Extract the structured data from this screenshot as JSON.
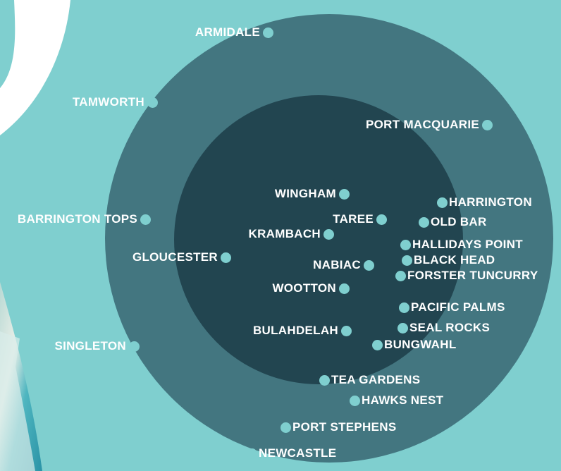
{
  "colors": {
    "background": "#7fcfcf",
    "outer_ring": "#437680",
    "inner_ring": "#224550",
    "label": "#ffffff",
    "dot": "#7fcfcf"
  },
  "towns": [
    {
      "name": "ARMIDALE"
    },
    {
      "name": "TAMWORTH"
    },
    {
      "name": "PORT MACQUARIE"
    },
    {
      "name": "WINGHAM"
    },
    {
      "name": "HARRINGTON"
    },
    {
      "name": "BARRINGTON TOPS"
    },
    {
      "name": "TAREE"
    },
    {
      "name": "OLD BAR"
    },
    {
      "name": "KRAMBACH"
    },
    {
      "name": "HALLIDAYS POINT"
    },
    {
      "name": "GLOUCESTER"
    },
    {
      "name": "BLACK HEAD"
    },
    {
      "name": "NABIAC"
    },
    {
      "name": "FORSTER TUNCURRY"
    },
    {
      "name": "WOOTTON"
    },
    {
      "name": "PACIFIC PALMS"
    },
    {
      "name": "SEAL ROCKS"
    },
    {
      "name": "BULAHDELAH"
    },
    {
      "name": "BUNGWAHL"
    },
    {
      "name": "SINGLETON"
    },
    {
      "name": "TEA GARDENS"
    },
    {
      "name": "HAWKS NEST"
    },
    {
      "name": "PORT STEPHENS"
    },
    {
      "name": "NEWCASTLE"
    }
  ]
}
